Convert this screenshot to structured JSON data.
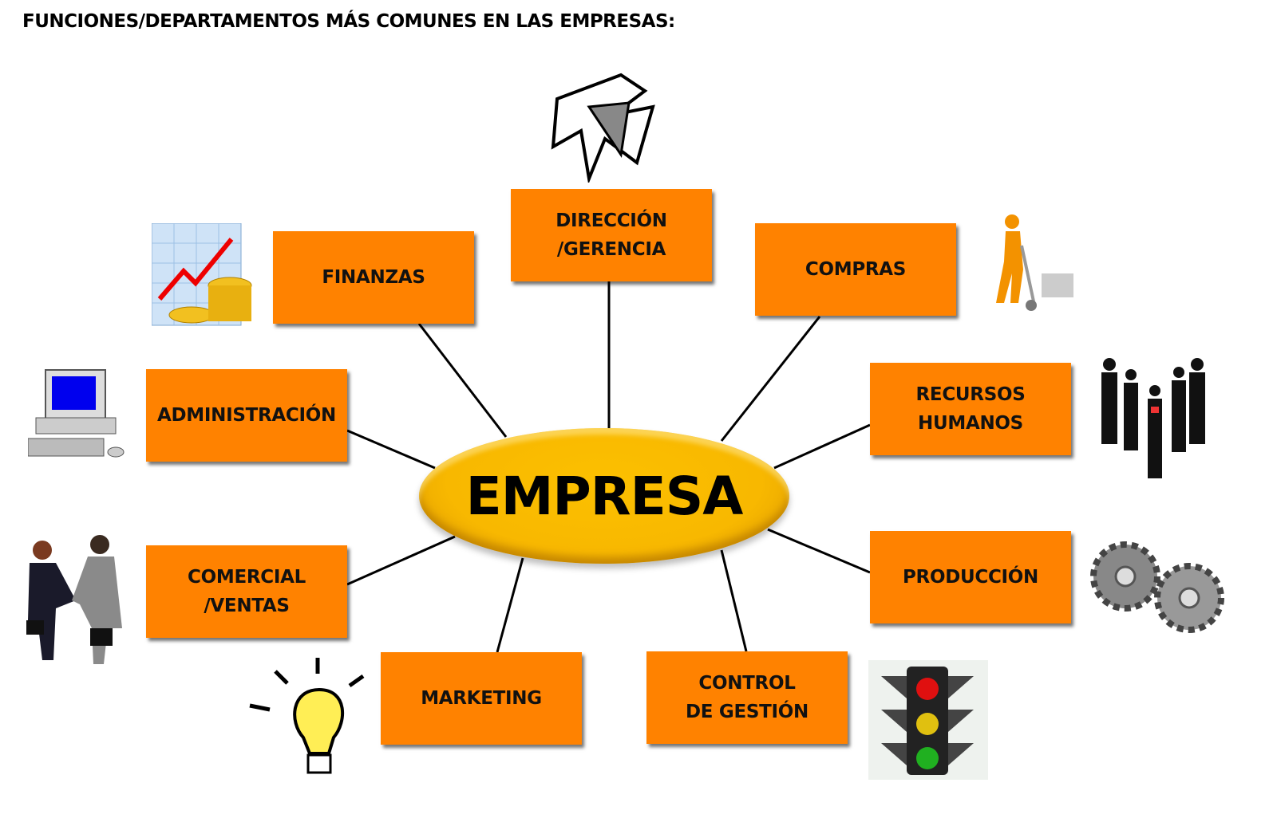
{
  "title": "FUNCIONES/DEPARTAMENTOS MÁS COMUNES EN LAS EMPRESAS:",
  "center": "EMPRESA",
  "departments": {
    "finanzas": "FINANZAS",
    "direccion": "DIRECCIÓN\n/GERENCIA",
    "compras": "COMPRAS",
    "administracion": "ADMINISTRACIÓN",
    "rrhh": "RECURSOS\nHUMANOS",
    "comercial": "COMERCIAL\n/VENTAS",
    "produccion": "PRODUCCIÓN",
    "marketing": "MARKETING",
    "control": "CONTROL\nDE GESTIÓN"
  },
  "colors": {
    "box": "#ff8200",
    "center": "#f8b800"
  }
}
